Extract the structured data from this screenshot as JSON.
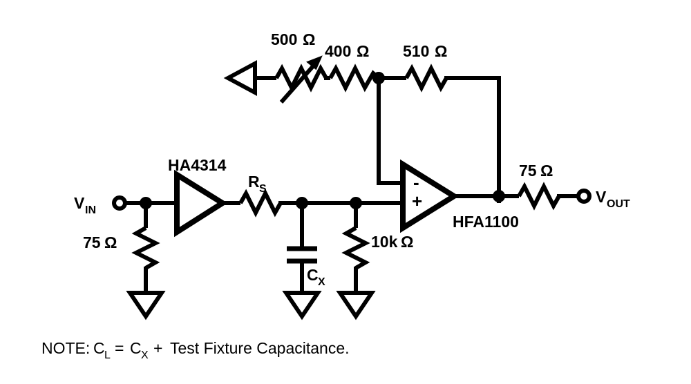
{
  "figure": {
    "type": "circuit-schematic",
    "title": "",
    "background_color": "#ffffff",
    "line_color": "#000000"
  },
  "labels": {
    "pot_500": "500",
    "pot_500_unit": "Ω",
    "r_400": "400",
    "r_400_unit": "Ω",
    "r_510": "510",
    "r_510_unit": "Ω",
    "r_75_in": "75",
    "r_75_in_unit": "Ω",
    "r_75_out": "75",
    "r_75_out_unit": "Ω",
    "r_10k": "10k",
    "r_10k_unit": "Ω",
    "rs_main": "R",
    "rs_sub": "S",
    "cx_main": "C",
    "cx_sub": "X",
    "buffer_part": "HA4314",
    "opamp_part": "HFA1100",
    "opamp_minus": "-",
    "opamp_plus": "+",
    "vin_main": "V",
    "vin_sub": "IN",
    "vout_main": "V",
    "vout_sub": "OUT"
  },
  "note": {
    "prefix": "NOTE:",
    "cl_main": "C",
    "cl_sub": "L",
    "equals": "=",
    "cx_main": "C",
    "cx_sub": "X",
    "plus": "+",
    "tail": "Test Fixture Capacitance."
  },
  "components": [
    {
      "name": "potentiometer-500-ohm",
      "value": "500Ω",
      "kind": "variable-resistor"
    },
    {
      "name": "resistor-400-ohm",
      "value": "400Ω",
      "kind": "resistor"
    },
    {
      "name": "resistor-510-ohm",
      "value": "510Ω",
      "kind": "resistor"
    },
    {
      "name": "resistor-75-ohm-input",
      "value": "75Ω",
      "kind": "resistor"
    },
    {
      "name": "resistor-75-ohm-output",
      "value": "75Ω",
      "kind": "resistor"
    },
    {
      "name": "resistor-10k-ohm",
      "value": "10kΩ",
      "kind": "resistor"
    },
    {
      "name": "resistor-rs",
      "value": "RS",
      "kind": "resistor"
    },
    {
      "name": "capacitor-cx",
      "value": "CX",
      "kind": "capacitor"
    },
    {
      "name": "buffer-ha4314",
      "value": "HA4314",
      "kind": "buffer-amplifier"
    },
    {
      "name": "opamp-hfa1100",
      "value": "HFA1100",
      "kind": "operational-amplifier"
    }
  ],
  "terminals": [
    {
      "name": "vin-terminal",
      "label": "VIN"
    },
    {
      "name": "vout-terminal",
      "label": "VOUT"
    }
  ]
}
